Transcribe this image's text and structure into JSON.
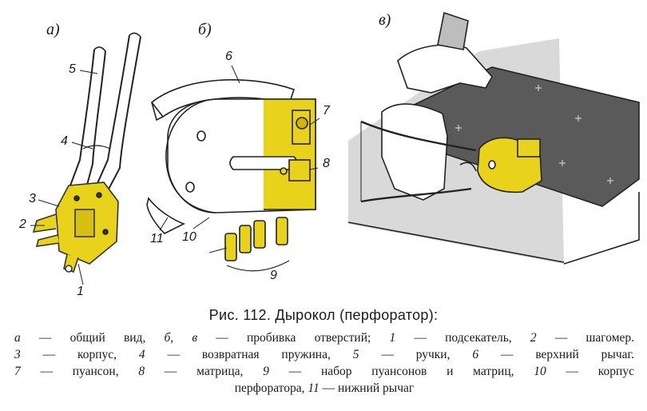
{
  "figure": {
    "panel_labels": [
      "а)",
      "б)",
      "в)"
    ],
    "numbers_a": [
      "5",
      "4",
      "3",
      "2",
      "1"
    ],
    "numbers_b": [
      "6",
      "7",
      "8",
      "11",
      "10",
      "9"
    ]
  },
  "caption": {
    "title": "Рис. 112. Дырокол (перфоратор):",
    "lines": [
      [
        {
          "t": "а",
          "i": true
        },
        {
          "t": " — общий вид, ",
          "i": false
        },
        {
          "t": "б",
          "i": true
        },
        {
          "t": ", ",
          "i": false
        },
        {
          "t": "в",
          "i": true
        },
        {
          "t": " — пробивка отверстий; ",
          "i": false
        },
        {
          "t": "1",
          "i": true
        },
        {
          "t": " — подсекатель, ",
          "i": false
        },
        {
          "t": "2",
          "i": true
        },
        {
          "t": " — шагомер.",
          "i": false
        }
      ],
      [
        {
          "t": "3",
          "i": true
        },
        {
          "t": " — корпус, ",
          "i": false
        },
        {
          "t": "4",
          "i": true
        },
        {
          "t": " — возвратная пружина, ",
          "i": false
        },
        {
          "t": "5",
          "i": true
        },
        {
          "t": " — ручки, ",
          "i": false
        },
        {
          "t": "6",
          "i": true
        },
        {
          "t": " — верхний рычаг.",
          "i": false
        }
      ],
      [
        {
          "t": "7",
          "i": true
        },
        {
          "t": " — пуансон, ",
          "i": false
        },
        {
          "t": "8",
          "i": true
        },
        {
          "t": " — матрица, ",
          "i": false
        },
        {
          "t": "9",
          "i": true
        },
        {
          "t": " — набор пуансонов и матриц, ",
          "i": false
        },
        {
          "t": "10",
          "i": true
        },
        {
          "t": " — корпус",
          "i": false
        }
      ],
      [
        {
          "t": "перфоратора, ",
          "i": false
        },
        {
          "t": "11",
          "i": true
        },
        {
          "t": " — нижний рычаг",
          "i": false
        }
      ]
    ]
  }
}
